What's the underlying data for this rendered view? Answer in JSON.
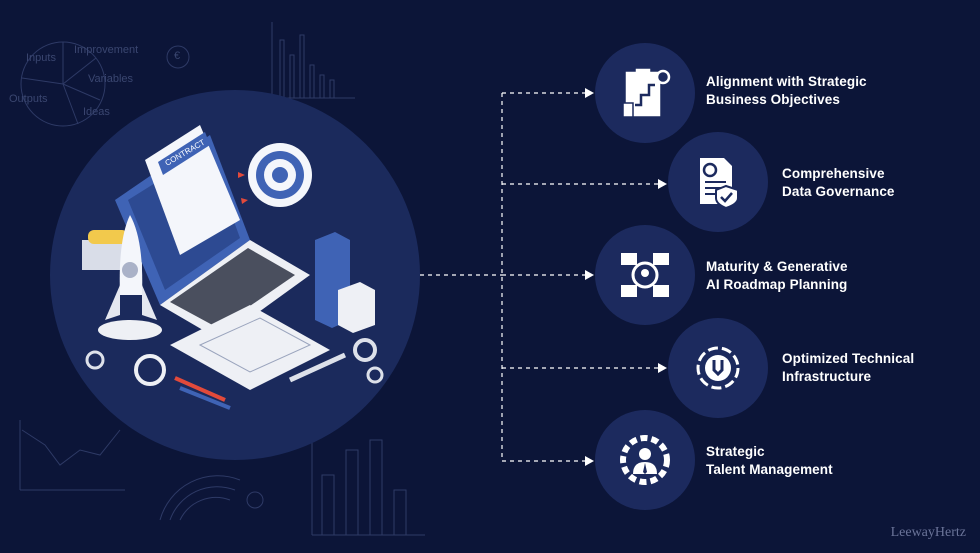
{
  "background_color": "#0c1538",
  "circle_color": "#1c2a5e",
  "decor_pie_labels": [
    "Inputs",
    "Improvement",
    "Variables",
    "Outputs",
    "Ideas"
  ],
  "decor_currency": "€",
  "illustration": {
    "contract_label": "CONTRACT"
  },
  "items": [
    {
      "icon": "strategy-board-icon",
      "line1": "Alignment with Strategic",
      "line2": "Business Objectives"
    },
    {
      "icon": "document-shield-icon",
      "line1": "Comprehensive",
      "line2": "Data Governance"
    },
    {
      "icon": "ai-head-media-icon",
      "line1": "Maturity & Generative",
      "line2": "AI Roadmap Planning"
    },
    {
      "icon": "gear-wrench-icon",
      "line1": "Optimized Technical",
      "line2": "Infrastructure"
    },
    {
      "icon": "person-gear-icon",
      "line1": "Strategic",
      "line2": "Talent Management"
    }
  ],
  "watermark": "LeewayHertz"
}
